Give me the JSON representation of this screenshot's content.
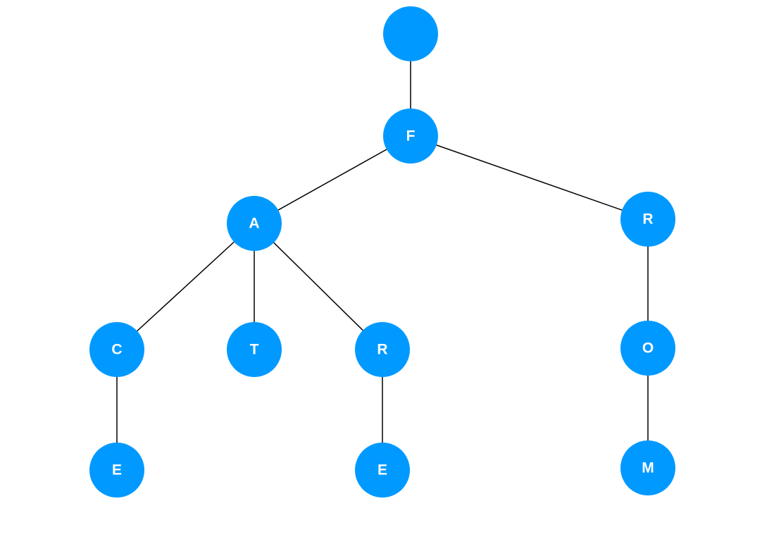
{
  "diagram": {
    "node_color": "#0099ff",
    "label_color": "#ffffff",
    "edge_color": "#000000",
    "nodes": [
      {
        "id": "root",
        "label": ""
      },
      {
        "id": "f",
        "label": "F"
      },
      {
        "id": "a",
        "label": "A"
      },
      {
        "id": "r1",
        "label": "R"
      },
      {
        "id": "c",
        "label": "C"
      },
      {
        "id": "t",
        "label": "T"
      },
      {
        "id": "r2",
        "label": "R"
      },
      {
        "id": "o",
        "label": "O"
      },
      {
        "id": "e1",
        "label": "E"
      },
      {
        "id": "e2",
        "label": "E"
      },
      {
        "id": "m",
        "label": "M"
      }
    ],
    "edges": [
      {
        "from": "root",
        "to": "f"
      },
      {
        "from": "f",
        "to": "a"
      },
      {
        "from": "f",
        "to": "r1"
      },
      {
        "from": "a",
        "to": "c"
      },
      {
        "from": "a",
        "to": "t"
      },
      {
        "from": "a",
        "to": "r2"
      },
      {
        "from": "c",
        "to": "e1"
      },
      {
        "from": "r2",
        "to": "e2"
      },
      {
        "from": "r1",
        "to": "o"
      },
      {
        "from": "o",
        "to": "m"
      }
    ]
  }
}
